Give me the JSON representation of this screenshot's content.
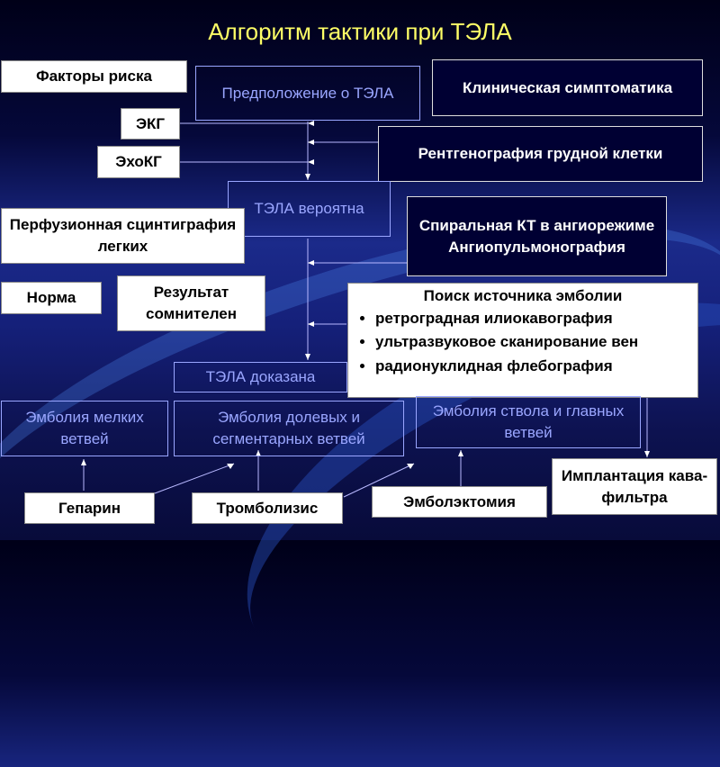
{
  "title": "Алгоритм тактики при ТЭЛА",
  "boxes": {
    "risk_factors": "Факторы риска",
    "assumption": "Предположение о ТЭЛА",
    "clinical": "Клиническая симптоматика",
    "ecg": "ЭКГ",
    "echo": "ЭхоКГ",
    "xray": "Рентгенография грудной клетки",
    "probable": "ТЭЛА вероятна",
    "perfusion": "Перфузионная сцинтиграфия легких",
    "spiral_ct": "Спиральная КТ в ангиорежиме Ангиопульмонография",
    "norm": "Норма",
    "doubtful": "Результат сомнителен",
    "proven": "ТЭЛА доказана",
    "small": "Эмболия мелких ветвей",
    "lobar": "Эмболия долевых и сегментарных ветвей",
    "trunk": "Эмболия ствола и главных ветвей",
    "heparin": "Гепарин",
    "thrombolysis": "Тромболизис",
    "embolectomy": "Эмболэктомия",
    "cava_filter": "Имплантация кава-фильтра"
  },
  "source_search": {
    "heading": "Поиск источника эмболии",
    "items": [
      "ретроградная илиокавография",
      "ультразвуковое сканирование вен",
      "радионуклидная флебография"
    ]
  }
}
